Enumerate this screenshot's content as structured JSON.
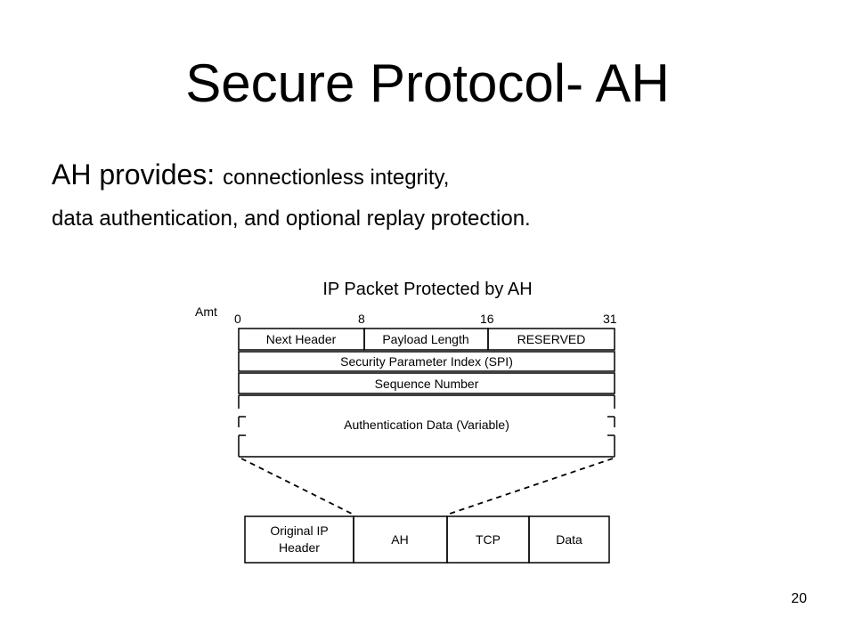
{
  "slide": {
    "title": "Secure Protocol- AH",
    "intro_lead": "AH provides: ",
    "intro_rest": "connectionless integrity,",
    "intro_line2": "data authentication, and optional replay protection.",
    "page_number": "20"
  },
  "figure": {
    "caption": "IP Packet Protected by AH",
    "amt_label": "Amt",
    "bit_labels": [
      "0",
      "8",
      "16",
      "31"
    ],
    "header_fields": {
      "next_header": "Next Header",
      "payload_length": "Payload Length",
      "reserved": "RESERVED",
      "spi": "Security Parameter Index (SPI)",
      "sequence_number": "Sequence Number",
      "auth_data": "Authentication Data (Variable)"
    },
    "packet": {
      "original_ip_line1": "Original IP",
      "original_ip_line2": "Header",
      "ah": "AH",
      "tcp": "TCP",
      "data": "Data"
    }
  }
}
